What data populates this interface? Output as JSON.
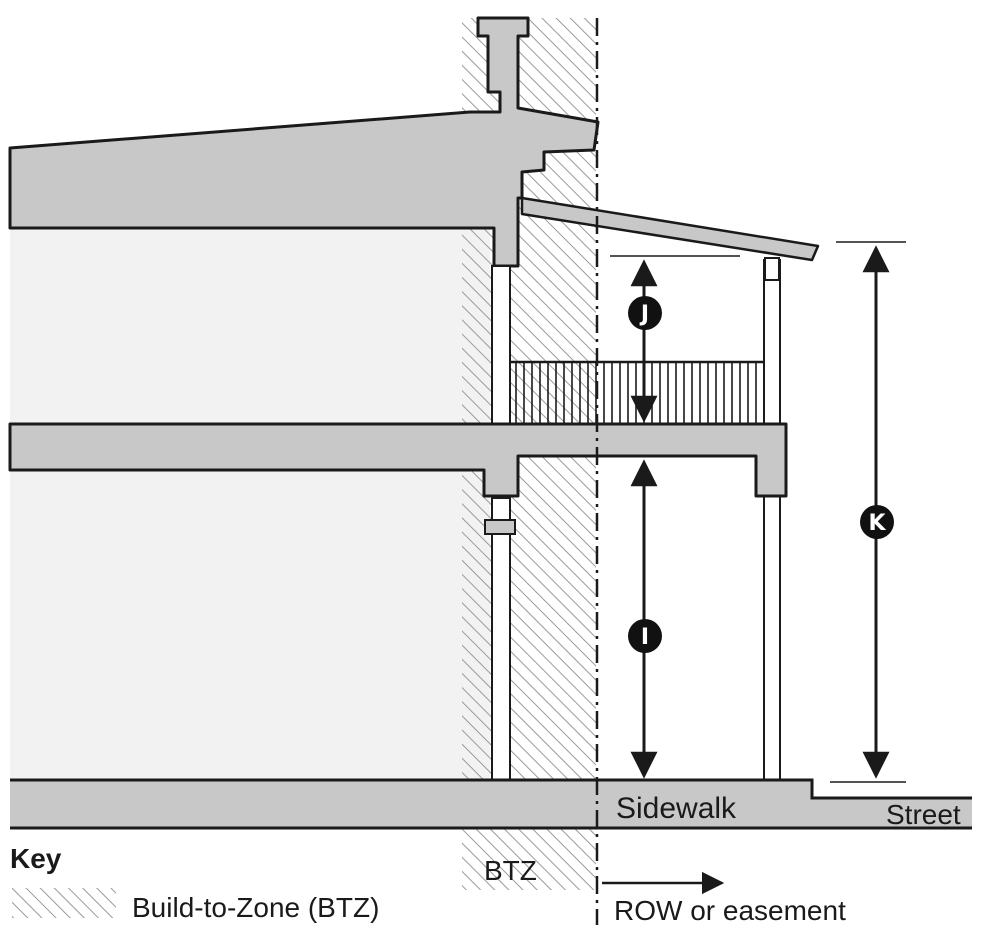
{
  "labels": {
    "sidewalk": "Sidewalk",
    "street": "Street",
    "btz": "BTZ",
    "row": "ROW or easement"
  },
  "key": {
    "title": "Key",
    "btz_entry": "Build-to-Zone (BTZ)"
  },
  "markers": {
    "i": "I",
    "j": "J",
    "k": "K"
  },
  "colors": {
    "structure_fill": "#c8c8c8",
    "interior_fill": "#f2f2f2",
    "line": "#1a1a1a",
    "hatch": "#9a9a9a",
    "marker_fill": "#111111"
  }
}
